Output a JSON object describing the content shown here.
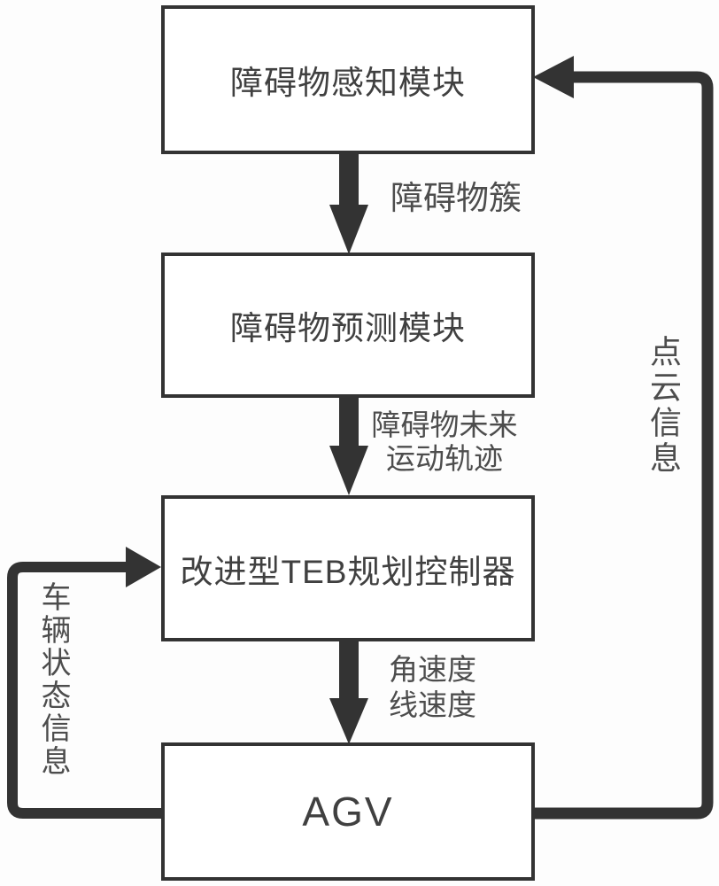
{
  "diagram": {
    "title_implicit": "AGV obstacle-avoidance control flow",
    "colors": {
      "line": "#333333",
      "box_border": "#333333",
      "box_text": "#404040",
      "label_text": "#4d4d4d",
      "background": "#fdfdfd"
    },
    "boxes": [
      {
        "id": "obstacle-perception",
        "label": "障碍物感知模块"
      },
      {
        "id": "obstacle-prediction",
        "label": "障碍物预测模块"
      },
      {
        "id": "teb-controller",
        "label": "改进型TEB规划控制器"
      },
      {
        "id": "agv",
        "label": "AGV"
      }
    ],
    "edges": [
      {
        "from": "obstacle-perception",
        "to": "obstacle-prediction",
        "label": "障碍物簇"
      },
      {
        "from": "obstacle-prediction",
        "to": "teb-controller",
        "label_line1": "障碍物未来",
        "label_line2": "运动轨迹"
      },
      {
        "from": "teb-controller",
        "to": "agv",
        "label_line1": "角速度",
        "label_line2": "线速度"
      },
      {
        "from": "agv",
        "to": "obstacle-perception",
        "label": "点云信息",
        "orientation": "vertical-right-feedback"
      },
      {
        "from": "agv",
        "to": "teb-controller",
        "label": "车辆状态信息",
        "orientation": "vertical-left-feedback"
      }
    ]
  }
}
